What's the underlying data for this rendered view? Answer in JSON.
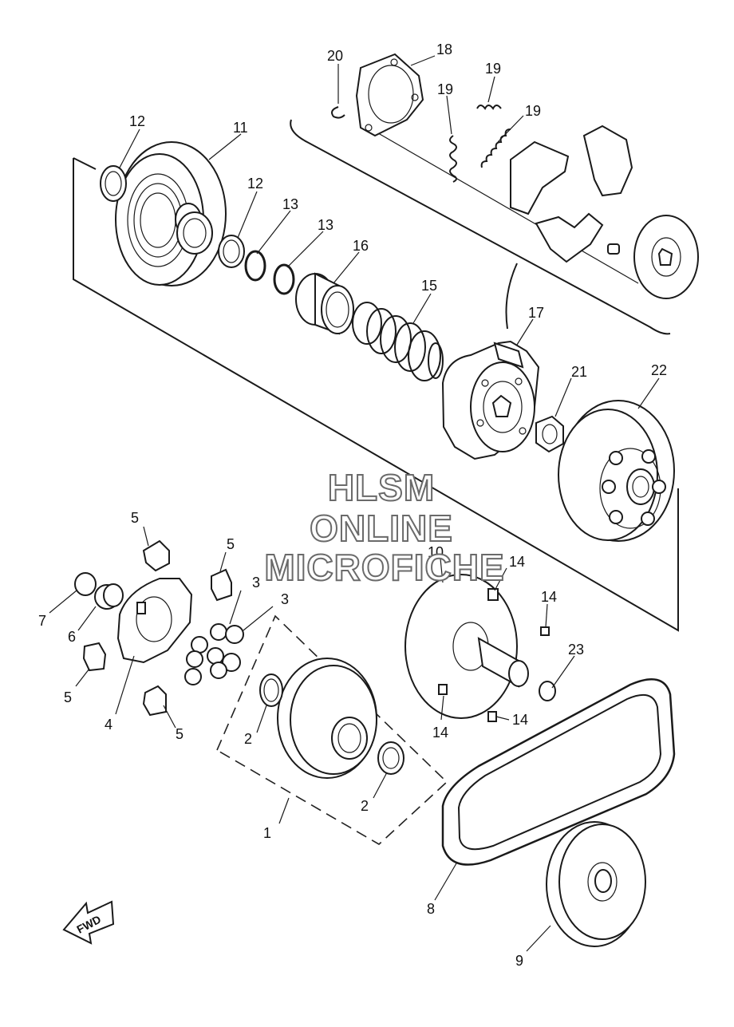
{
  "diagram": {
    "watermark": {
      "line1": "HLSM",
      "line2": "ONLINE",
      "line3": "MICROFICHE"
    },
    "direction_marker": {
      "label": "FWD",
      "icon": "arrow-left-icon"
    },
    "callouts": [
      {
        "id": "c1",
        "label": "1"
      },
      {
        "id": "c2a",
        "label": "2"
      },
      {
        "id": "c2b",
        "label": "2"
      },
      {
        "id": "c3a",
        "label": "3"
      },
      {
        "id": "c3b",
        "label": "3"
      },
      {
        "id": "c4",
        "label": "4"
      },
      {
        "id": "c5a",
        "label": "5"
      },
      {
        "id": "c5b",
        "label": "5"
      },
      {
        "id": "c5c",
        "label": "5"
      },
      {
        "id": "c5d",
        "label": "5"
      },
      {
        "id": "c6",
        "label": "6"
      },
      {
        "id": "c7",
        "label": "7"
      },
      {
        "id": "c8",
        "label": "8"
      },
      {
        "id": "c9",
        "label": "9"
      },
      {
        "id": "c10",
        "label": "10"
      },
      {
        "id": "c11",
        "label": "11"
      },
      {
        "id": "c12a",
        "label": "12"
      },
      {
        "id": "c12b",
        "label": "12"
      },
      {
        "id": "c13a",
        "label": "13"
      },
      {
        "id": "c13b",
        "label": "13"
      },
      {
        "id": "c14a",
        "label": "14"
      },
      {
        "id": "c14b",
        "label": "14"
      },
      {
        "id": "c14c",
        "label": "14"
      },
      {
        "id": "c14d",
        "label": "14"
      },
      {
        "id": "c15",
        "label": "15"
      },
      {
        "id": "c16",
        "label": "16"
      },
      {
        "id": "c17",
        "label": "17"
      },
      {
        "id": "c18",
        "label": "18"
      },
      {
        "id": "c19a",
        "label": "19"
      },
      {
        "id": "c19b",
        "label": "19"
      },
      {
        "id": "c19c",
        "label": "19"
      },
      {
        "id": "c20",
        "label": "20"
      },
      {
        "id": "c21",
        "label": "21"
      },
      {
        "id": "c22",
        "label": "22"
      },
      {
        "id": "c23",
        "label": "23"
      }
    ]
  }
}
